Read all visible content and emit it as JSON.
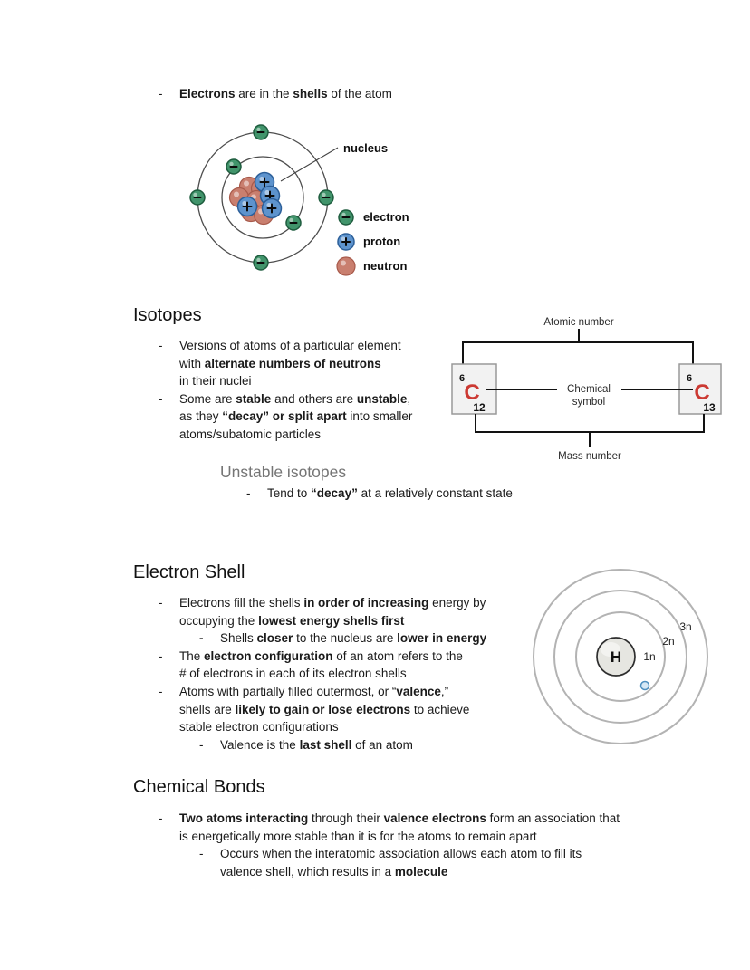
{
  "colors": {
    "text": "#1a1a1a",
    "subheading_gray": "#757575",
    "symbol_red": "#cc3a33",
    "electron": "#41946b",
    "electron_rim": "#1e5c3e",
    "proton": "#5d93cd",
    "proton_rim": "#2c5f99",
    "neutron": "#c97f6f",
    "neutron_rim": "#a85a4b",
    "box_bg": "#f2f2f2",
    "box_border": "#999999",
    "orbit_line": "#4d4d4d",
    "shell_line": "#b3b3b3"
  },
  "intro": {
    "items": [
      {
        "indent": 0,
        "lines": [
          [
            {
              "t": "Electrons",
              "b": 1
            },
            {
              "t": " are in the "
            },
            {
              "t": "shells",
              "b": 1
            },
            {
              "t": " of the atom"
            }
          ]
        ]
      }
    ]
  },
  "atom_diagram": {
    "nucleus_label": "nucleus",
    "legend": [
      {
        "label": "electron"
      },
      {
        "label": "proton"
      },
      {
        "label": "neutron"
      }
    ]
  },
  "isotopes": {
    "heading": "Isotopes",
    "bullets": [
      {
        "indent": 0,
        "lines": [
          [
            {
              "t": "Versions of atoms of a particular element"
            }
          ],
          [
            {
              "t": "with "
            },
            {
              "t": "alternate numbers of neutrons",
              "b": 1
            }
          ],
          [
            {
              "t": "in their nuclei"
            }
          ]
        ]
      },
      {
        "indent": 0,
        "lines": [
          [
            {
              "t": "Some are "
            },
            {
              "t": "stable",
              "b": 1
            },
            {
              "t": " and others are "
            },
            {
              "t": "unstable",
              "b": 1
            },
            {
              "t": ","
            }
          ],
          [
            {
              "t": "as they "
            },
            {
              "t": "“decay” or split apart",
              "b": 1
            },
            {
              "t": " into smaller"
            }
          ],
          [
            {
              "t": "atoms/subatomic particles"
            }
          ]
        ]
      }
    ],
    "unstable_heading": "Unstable isotopes",
    "unstable_bullets": [
      {
        "indent": 0,
        "lines": [
          [
            {
              "t": "Tend to "
            },
            {
              "t": "“decay”",
              "b": 1
            },
            {
              "t": " at a relatively constant state"
            }
          ]
        ]
      }
    ],
    "diagram": {
      "atomic_number_label": "Atomic number",
      "chemical_symbol_label_line1": "Chemical",
      "chemical_symbol_label_line2": "symbol",
      "mass_number_label": "Mass number",
      "left_isotope": {
        "atomic_number": "6",
        "symbol": "C",
        "mass_number": "12"
      },
      "right_isotope": {
        "atomic_number": "6",
        "symbol": "C",
        "mass_number": "13"
      }
    }
  },
  "electron_shell": {
    "heading": "Electron Shell",
    "bullets": [
      {
        "indent": 0,
        "lines": [
          [
            {
              "t": "Electrons fill the shells "
            },
            {
              "t": "in order of increasing",
              "b": 1
            },
            {
              "t": " energy by"
            }
          ],
          [
            {
              "t": "occupying the "
            },
            {
              "t": "lowest energy shells first",
              "b": 1
            }
          ]
        ]
      },
      {
        "indent": 1,
        "mb": 1,
        "lines": [
          [
            {
              "t": "Shells "
            },
            {
              "t": "closer",
              "b": 1
            },
            {
              "t": " to the nucleus are "
            },
            {
              "t": "lower in energy",
              "b": 1
            }
          ]
        ]
      },
      {
        "indent": 0,
        "lines": [
          [
            {
              "t": "The "
            },
            {
              "t": "electron configuration",
              "b": 1
            },
            {
              "t": " of an atom refers to the"
            }
          ],
          [
            {
              "t": "# of electrons in each of its electron shells"
            }
          ]
        ]
      },
      {
        "indent": 0,
        "lines": [
          [
            {
              "t": "Atoms with partially filled outermost, or “"
            },
            {
              "t": "valence",
              "b": 1
            },
            {
              "t": ",”"
            }
          ],
          [
            {
              "t": "shells are "
            },
            {
              "t": "likely to gain or lose electrons",
              "b": 1
            },
            {
              "t": " to achieve"
            }
          ],
          [
            {
              "t": "stable electron configurations"
            }
          ]
        ]
      },
      {
        "indent": 1,
        "lines": [
          [
            {
              "t": "Valence is the "
            },
            {
              "t": "last shell",
              "b": 1
            },
            {
              "t": " of an atom"
            }
          ]
        ]
      }
    ],
    "diagram": {
      "nucleus_symbol": "H",
      "shell_labels": [
        "1n",
        "2n",
        "3n"
      ]
    }
  },
  "chemical_bonds": {
    "heading": "Chemical Bonds",
    "bullets": [
      {
        "indent": 0,
        "lines": [
          [
            {
              "t": "Two atoms interacting",
              "b": 1
            },
            {
              "t": " through their "
            },
            {
              "t": "valence electrons",
              "b": 1
            },
            {
              "t": " form an association that"
            }
          ],
          [
            {
              "t": "is energetically more stable than it is for the atoms to remain apart"
            }
          ]
        ]
      },
      {
        "indent": 1,
        "lines": [
          [
            {
              "t": "Occurs when the interatomic association allows each atom to fill its"
            }
          ],
          [
            {
              "t": "valence shell, which results in a "
            },
            {
              "t": "molecule",
              "b": 1
            }
          ]
        ]
      }
    ]
  }
}
